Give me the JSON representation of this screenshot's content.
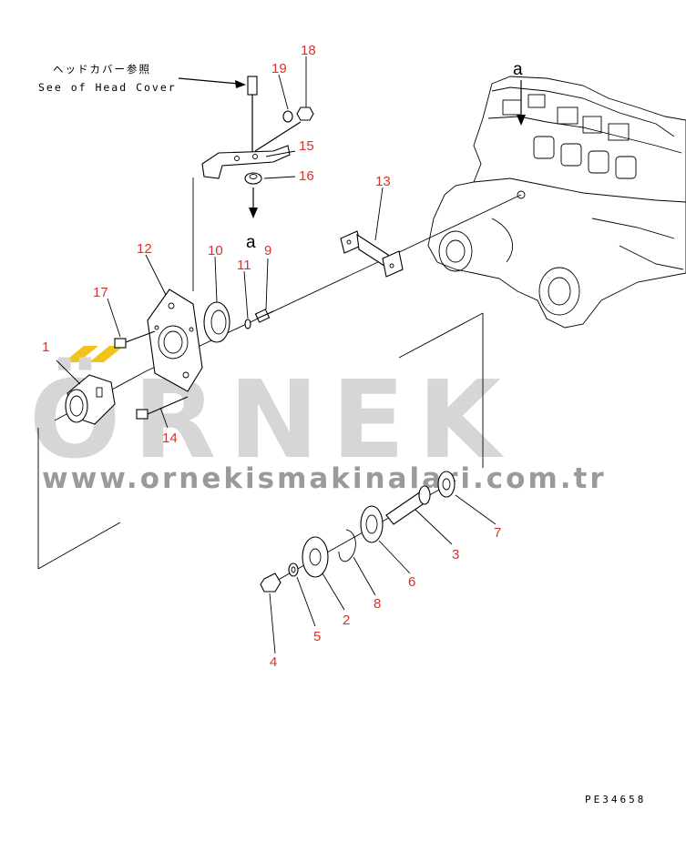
{
  "header_note": {
    "japanese": "ヘッドカバー参照",
    "english": "See of Head Cover"
  },
  "ref_label": "a",
  "part_numbers": [
    "1",
    "2",
    "3",
    "4",
    "5",
    "6",
    "7",
    "8",
    "9",
    "10",
    "11",
    "12",
    "13",
    "14",
    "15",
    "16",
    "17",
    "18",
    "19"
  ],
  "watermark": {
    "brand": "ÖRNEK",
    "url": "www.ornekismakinalari.com.tr"
  },
  "drawing_code": "PE34658",
  "colors": {
    "line": "#000000",
    "callout": "#d8322a",
    "watermark": "#d6d6d6",
    "watermark_accent": "#f0c419"
  }
}
